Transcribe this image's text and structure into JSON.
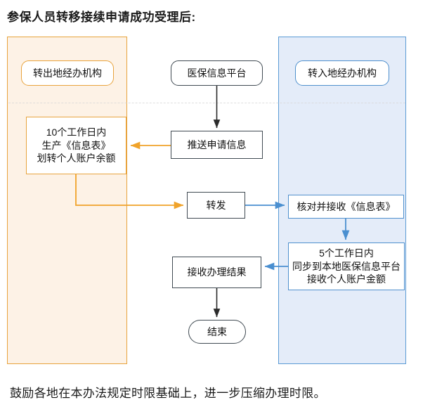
{
  "page": {
    "title": "参保人员转移接续申请成功受理后:",
    "footer": "鼓励各地在本办法规定时限基础上，进一步压缩办理时限。"
  },
  "colors": {
    "orange_border": "#e8a33d",
    "orange_fill": "#fdf2e6",
    "blue_border": "#5b9bd5",
    "blue_fill": "#e4ecf9",
    "dark_border": "#404a52",
    "orange_arrow": "#f0a32a",
    "blue_arrow": "#4a8fd0",
    "dark_arrow": "#2b2b2b"
  },
  "lanes": [
    {
      "id": "transfer-out",
      "header": "转出地经办机构",
      "accent": "#e8a33d"
    },
    {
      "id": "platform",
      "header": "医保信息平台",
      "accent": "#404a52"
    },
    {
      "id": "transfer-in",
      "header": "转入地经办机构",
      "accent": "#5b9bd5"
    }
  ],
  "nodes": {
    "out_agency": {
      "label": "转出地经办机构",
      "shape": "pill"
    },
    "platform": {
      "label": "医保信息平台",
      "shape": "pill"
    },
    "in_agency": {
      "label": "转入地经办机构",
      "shape": "pill"
    },
    "orange_task": {
      "label": "10个工作日内\n生产《信息表》\n划转个人账户余额",
      "shape": "rect"
    },
    "push": {
      "label": "推送申请信息",
      "shape": "rect"
    },
    "forward": {
      "label": "转发",
      "shape": "rect"
    },
    "check": {
      "label": "核对并接收《信息表》",
      "shape": "rect"
    },
    "sync": {
      "label": "5个工作日内\n同步到本地医保信息平台\n接收个人账户金额",
      "shape": "rect"
    },
    "receive_result": {
      "label": "接收办理结果",
      "shape": "rect"
    },
    "end": {
      "label": "结束",
      "shape": "stadium"
    }
  },
  "edges": [
    {
      "from": "platform",
      "to": "push",
      "color": "dark"
    },
    {
      "from": "push",
      "to": "orange_task",
      "color": "orange"
    },
    {
      "from": "orange_task",
      "to": "forward",
      "color": "orange"
    },
    {
      "from": "forward",
      "to": "check",
      "color": "blue"
    },
    {
      "from": "check",
      "to": "sync",
      "color": "blue"
    },
    {
      "from": "sync",
      "to": "receive_result",
      "color": "blue"
    },
    {
      "from": "receive_result",
      "to": "end",
      "color": "dark"
    }
  ]
}
